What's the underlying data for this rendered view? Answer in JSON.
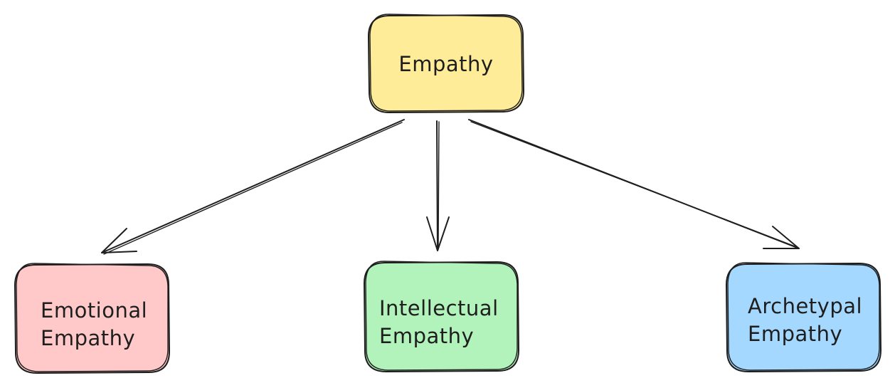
{
  "diagram": {
    "root": {
      "label": "Empathy",
      "fill": "#ffec99"
    },
    "children": [
      {
        "lines": [
          "Emotional",
          "Empathy"
        ],
        "fill": "#ffc9c9"
      },
      {
        "lines": [
          "Intellectual",
          "Empathy"
        ],
        "fill": "#b2f2bb"
      },
      {
        "lines": [
          "Archetypal",
          "Empathy"
        ],
        "fill": "#a5d8ff"
      }
    ],
    "stroke_color": "#1e1e1e"
  }
}
